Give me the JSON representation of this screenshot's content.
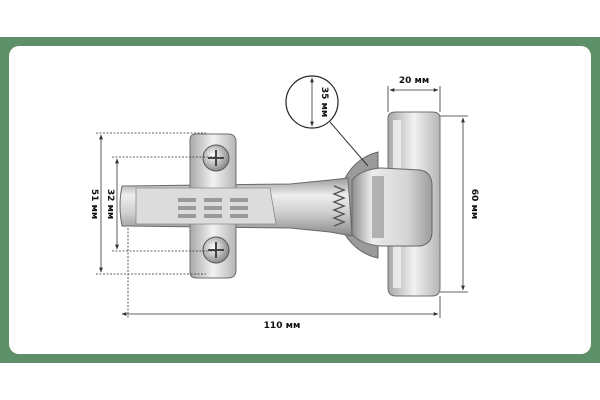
{
  "product": {
    "subject": "concealed furniture hinge",
    "colors": {
      "frame": "#5d9068",
      "panel": "#ffffff",
      "dimension_line": "#333333",
      "metal_light": "#e6e6e6",
      "metal_dark": "#7a7a7a"
    }
  },
  "dimensions": {
    "cup_width": "20 мм",
    "cup_diameter": "35 мм",
    "plate_height": "51 мм",
    "screw_spacing": "32 мм",
    "cup_plate_height": "60 мм",
    "total_length": "110 мм"
  }
}
